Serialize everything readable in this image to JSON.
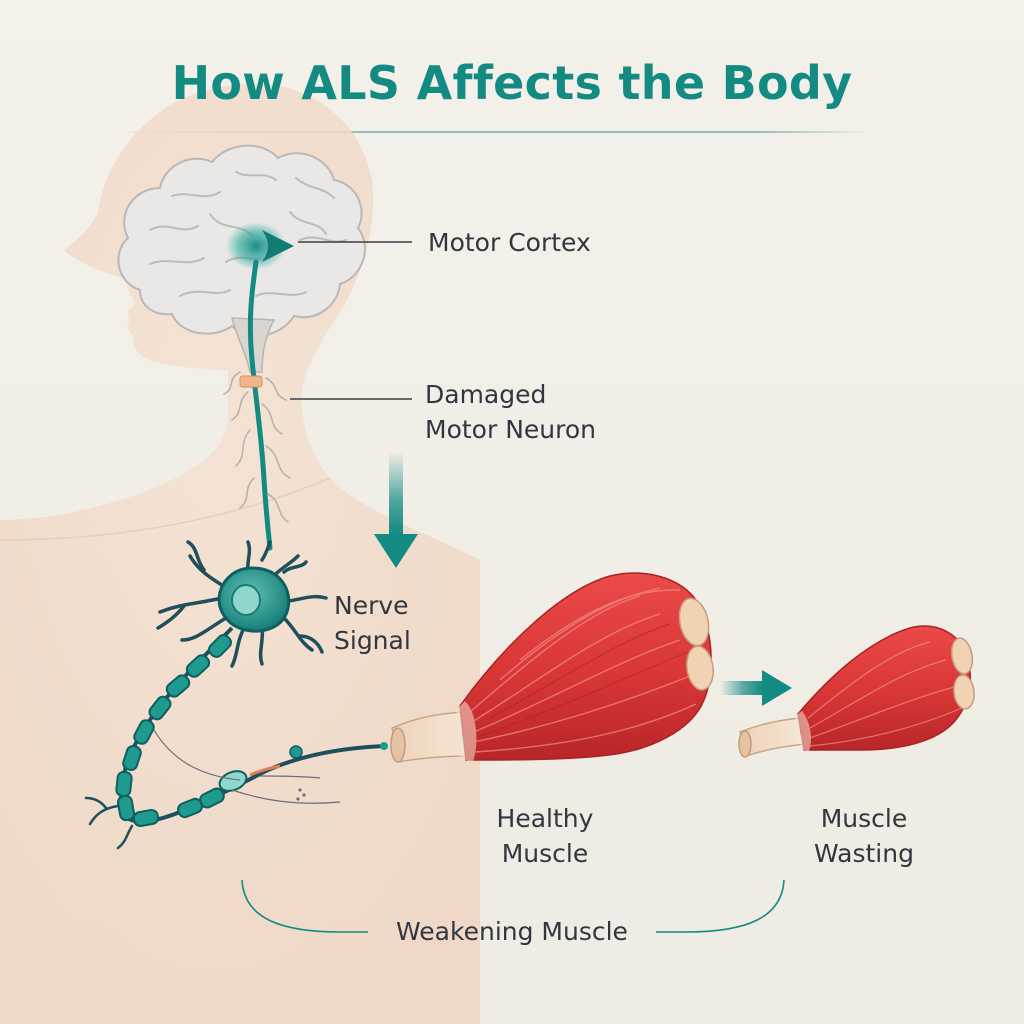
{
  "title": "How ALS Affects the Body",
  "labels": {
    "motor_cortex": "Motor Cortex",
    "damaged_motor_neuron": [
      "Damaged",
      "Motor Neuron"
    ],
    "nerve_signal": [
      "Nerve",
      "Signal"
    ],
    "healthy_muscle": [
      "Healthy",
      "Muscle"
    ],
    "muscle_wasting": [
      "Muscle",
      "Wasting"
    ],
    "weakening_muscle": "Weakening Muscle"
  },
  "colors": {
    "teal": "#138a82",
    "teal_dark": "#0f6e69",
    "muscle_red": "#de3c3c",
    "tendon": "#f1d6bd",
    "skin": "#f2dccb",
    "brain": "#e9e8e6",
    "text": "#33363f",
    "background": "#f1efe8"
  }
}
